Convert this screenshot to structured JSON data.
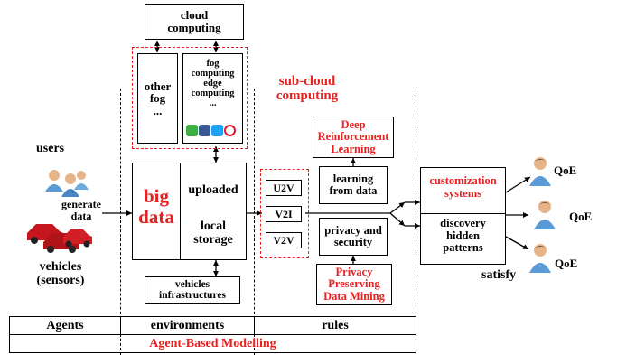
{
  "cloud": {
    "label_1": "cloud",
    "label_2": "computing"
  },
  "fog": {
    "other_1": "other",
    "other_2": "fog",
    "other_3": "...",
    "edge_1": "fog",
    "edge_2": "computing",
    "edge_3": "edge",
    "edge_4": "computing",
    "edge_5": "..."
  },
  "subcloud": {
    "line_1": "sub-cloud",
    "line_2": "computing"
  },
  "actors": {
    "users": "users",
    "generate_1": "generate",
    "generate_2": "data",
    "vehicles_1": "vehicles",
    "vehicles_2": "(sensors)"
  },
  "bigdata": {
    "big": "big",
    "data": "data",
    "uploaded": "uploaded",
    "local_1": "local",
    "local_2": "storage",
    "vehicles": "vehicles",
    "infrastructures": "infrastructures"
  },
  "comm": {
    "u2v": "U2V",
    "v2i": "V2I",
    "v2v": "V2V"
  },
  "methods": {
    "drl_1": "Deep",
    "drl_2": "Reinforcement",
    "drl_3": "Learning",
    "learning_1": "learning",
    "learning_2": "from data",
    "privacy_1": "privacy and",
    "privacy_2": "security",
    "ppdm_1": "Privacy",
    "ppdm_2": "Preserving",
    "ppdm_3": "Data Mining"
  },
  "output": {
    "custom_1": "customization",
    "custom_2": "systems",
    "disc_1": "discovery",
    "disc_2": "hidden",
    "disc_3": "patterns",
    "satisfy": "satisfy",
    "qoe": "QoE"
  },
  "bottom": {
    "agents": "Agents",
    "environments": "environments",
    "rules": "rules",
    "abm": "Agent-Based Modelling"
  },
  "colors": {
    "accent_red": "#e8201f",
    "person_shirt": "#5b9bd5",
    "person_skin": "#e7b48a",
    "car_red": "#c4161c"
  }
}
